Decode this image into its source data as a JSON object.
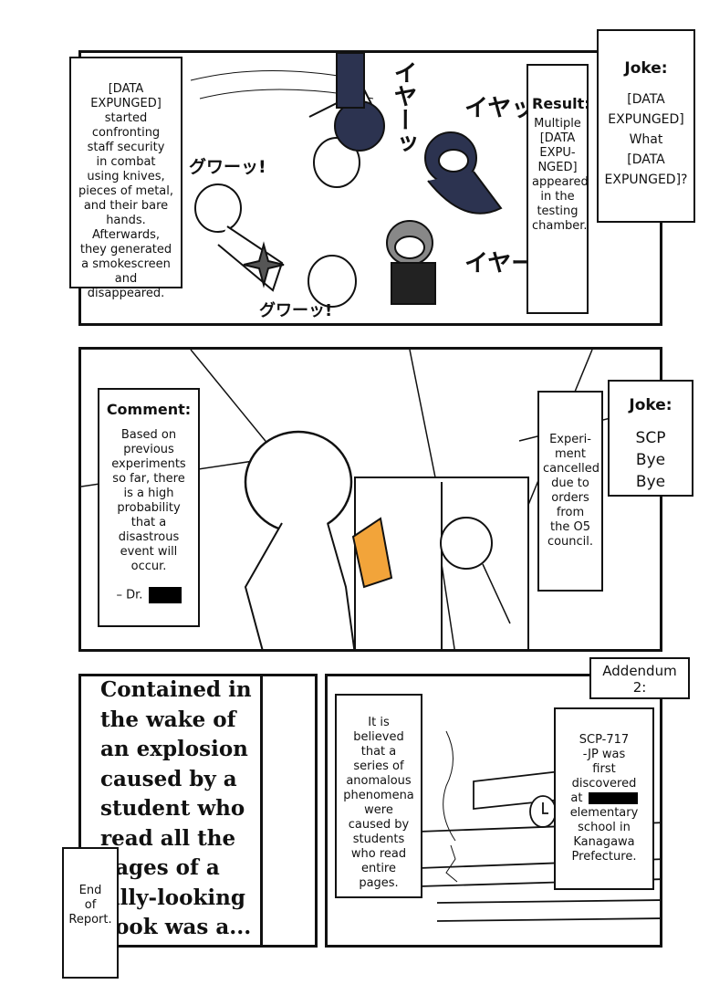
{
  "panel1": {
    "desc": "[DATA\nEXPUNGED]\nstarted\nconfronting\nstaff security\nin combat\nusing knives,\npieces of metal,\nand their bare\nhands.\nAfterwards,\nthey generated\na smokescreen\nand disappeared.",
    "result_head": "Result:",
    "result_body": "Multiple\n[DATA\nEXPU-\nNGED]\nappeared\nin the\ntesting\nchamber.",
    "joke_head": "Joke:",
    "joke_body": "[DATA\nEXPUNGED]\nWhat\n[DATA\nEXPUNGED]?",
    "sfx_iya": "イヤーッ",
    "sfx_iyat": "イヤッ!",
    "sfx_iya2": "イヤー!!",
    "sfx_guwa1": "グワーッ!",
    "sfx_guwa2": "グワーッ!"
  },
  "panel2": {
    "comment_head": "Comment:",
    "comment_body": "Based on\nprevious\nexperiments\nso far, there\nis a high\nprobability\nthat a\ndisastrous\nevent will\noccur.",
    "comment_sign": "– Dr.",
    "exp_body": "Experi-\nment\ncancelled\ndue to\norders\nfrom\nthe O5\ncouncil.",
    "joke_head": "Joke:",
    "joke_body": "SCP\nBye\nBye"
  },
  "panel3": {
    "big_text": "Contained in\nthe wake of\nan explosion\ncaused by a\nstudent who\nread all the\npages of a\nsilly-looking\nbook was a...",
    "end_text": "End\nof\nReport.",
    "addendum_head": "Addendum\n2:",
    "believed": "It is\nbelieved\nthat a\nseries of\nanomalous\nphenomena\nwere\ncaused by\nstudents\nwho read\nentire\npages.",
    "scp_pre": "SCP-717\n-JP was\nfirst\ndiscovered\nat",
    "scp_post": "elementary\nschool in\nKanagawa\nPrefecture."
  }
}
